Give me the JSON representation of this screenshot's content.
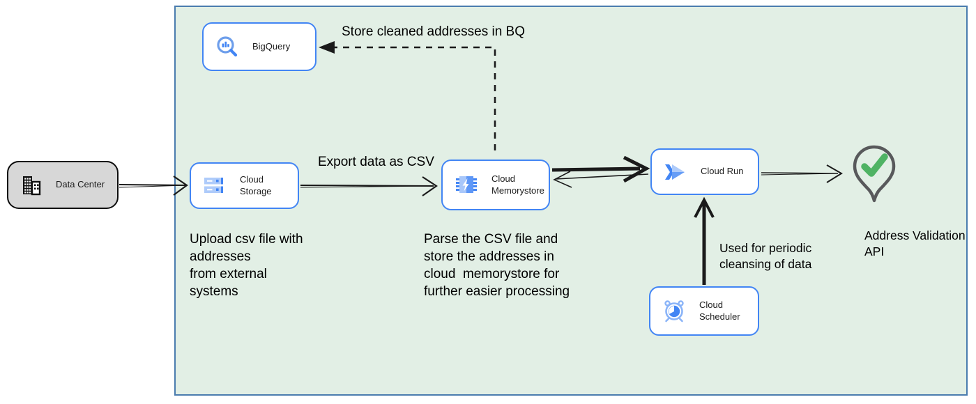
{
  "nodes": {
    "datacenter": {
      "label": "Data Center",
      "icon": "building-icon"
    },
    "bigquery": {
      "label": "BigQuery",
      "icon": "bigquery-icon"
    },
    "storage": {
      "label": "Cloud Storage",
      "icon": "cloud-storage-icon"
    },
    "memorystore": {
      "label": "Cloud\nMemorystore",
      "icon": "memorystore-icon"
    },
    "run": {
      "label": "Cloud Run",
      "icon": "cloud-run-icon"
    },
    "scheduler": {
      "label": "Cloud Scheduler",
      "icon": "cloud-scheduler-icon"
    },
    "address_api": {
      "label": "Address Validation\nAPI",
      "icon": "map-pin-check-icon"
    }
  },
  "annotations": {
    "store_bq": "Store cleaned addresses in BQ",
    "export_csv": "Export data as CSV",
    "upload": "Upload csv file with\naddresses\nfrom external\nsystems",
    "parse": "Parse the CSV file and\nstore the addresses in\ncloud  memorystore for\nfurther easier processing",
    "periodic": "Used for periodic\ncleansing of data"
  },
  "edges": [
    {
      "from": "Data Center",
      "to": "Cloud Storage",
      "style": "solid"
    },
    {
      "from": "Cloud Storage",
      "to": "Cloud Memorystore",
      "style": "solid",
      "label": "Export data as CSV"
    },
    {
      "from": "Cloud Memorystore",
      "to": "Cloud Run",
      "style": "solid-thick"
    },
    {
      "from": "Cloud Run",
      "to": "Cloud Memorystore",
      "style": "solid-thin"
    },
    {
      "from": "Cloud Run",
      "to": "Address Validation API",
      "style": "solid"
    },
    {
      "from": "Cloud Scheduler",
      "to": "Cloud Run",
      "style": "solid-thick",
      "label": "Used for periodic cleansing of data"
    },
    {
      "from": "Cloud Memorystore",
      "to": "BigQuery",
      "style": "dashed",
      "label": "Store cleaned addresses in BQ"
    }
  ],
  "colors": {
    "container_fill": "#e2efe5",
    "container_border": "#4a7cae",
    "node_border": "#4285f4",
    "node_fill": "#ffffff",
    "datacenter_fill": "#d7d7d7",
    "icon_blue": "#4285f4",
    "icon_light_blue": "#aecbfa",
    "pin_outline": "#58595b",
    "check_green": "#4fb364",
    "edge_color": "#1a1a1a"
  }
}
